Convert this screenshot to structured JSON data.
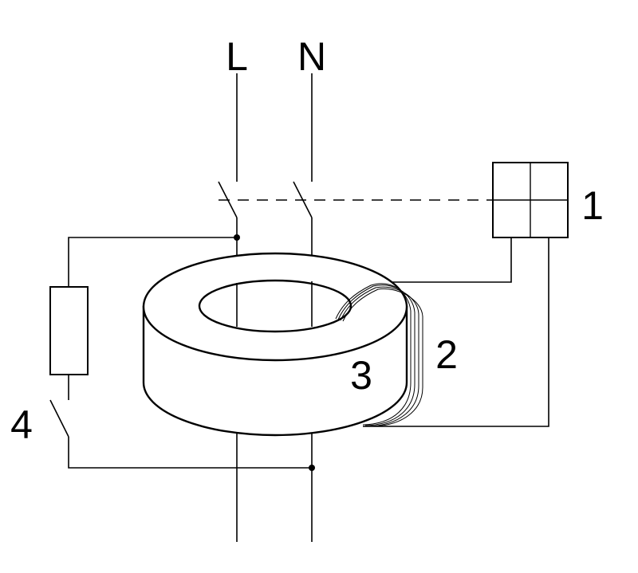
{
  "labels": {
    "line": "L",
    "neutral": "N",
    "trip_relay": "1",
    "sense_coil": "2",
    "toroid_core": "3",
    "test_switch": "4"
  },
  "colors": {
    "stroke": "#000000",
    "wire": "#333333",
    "background": "#ffffff"
  }
}
